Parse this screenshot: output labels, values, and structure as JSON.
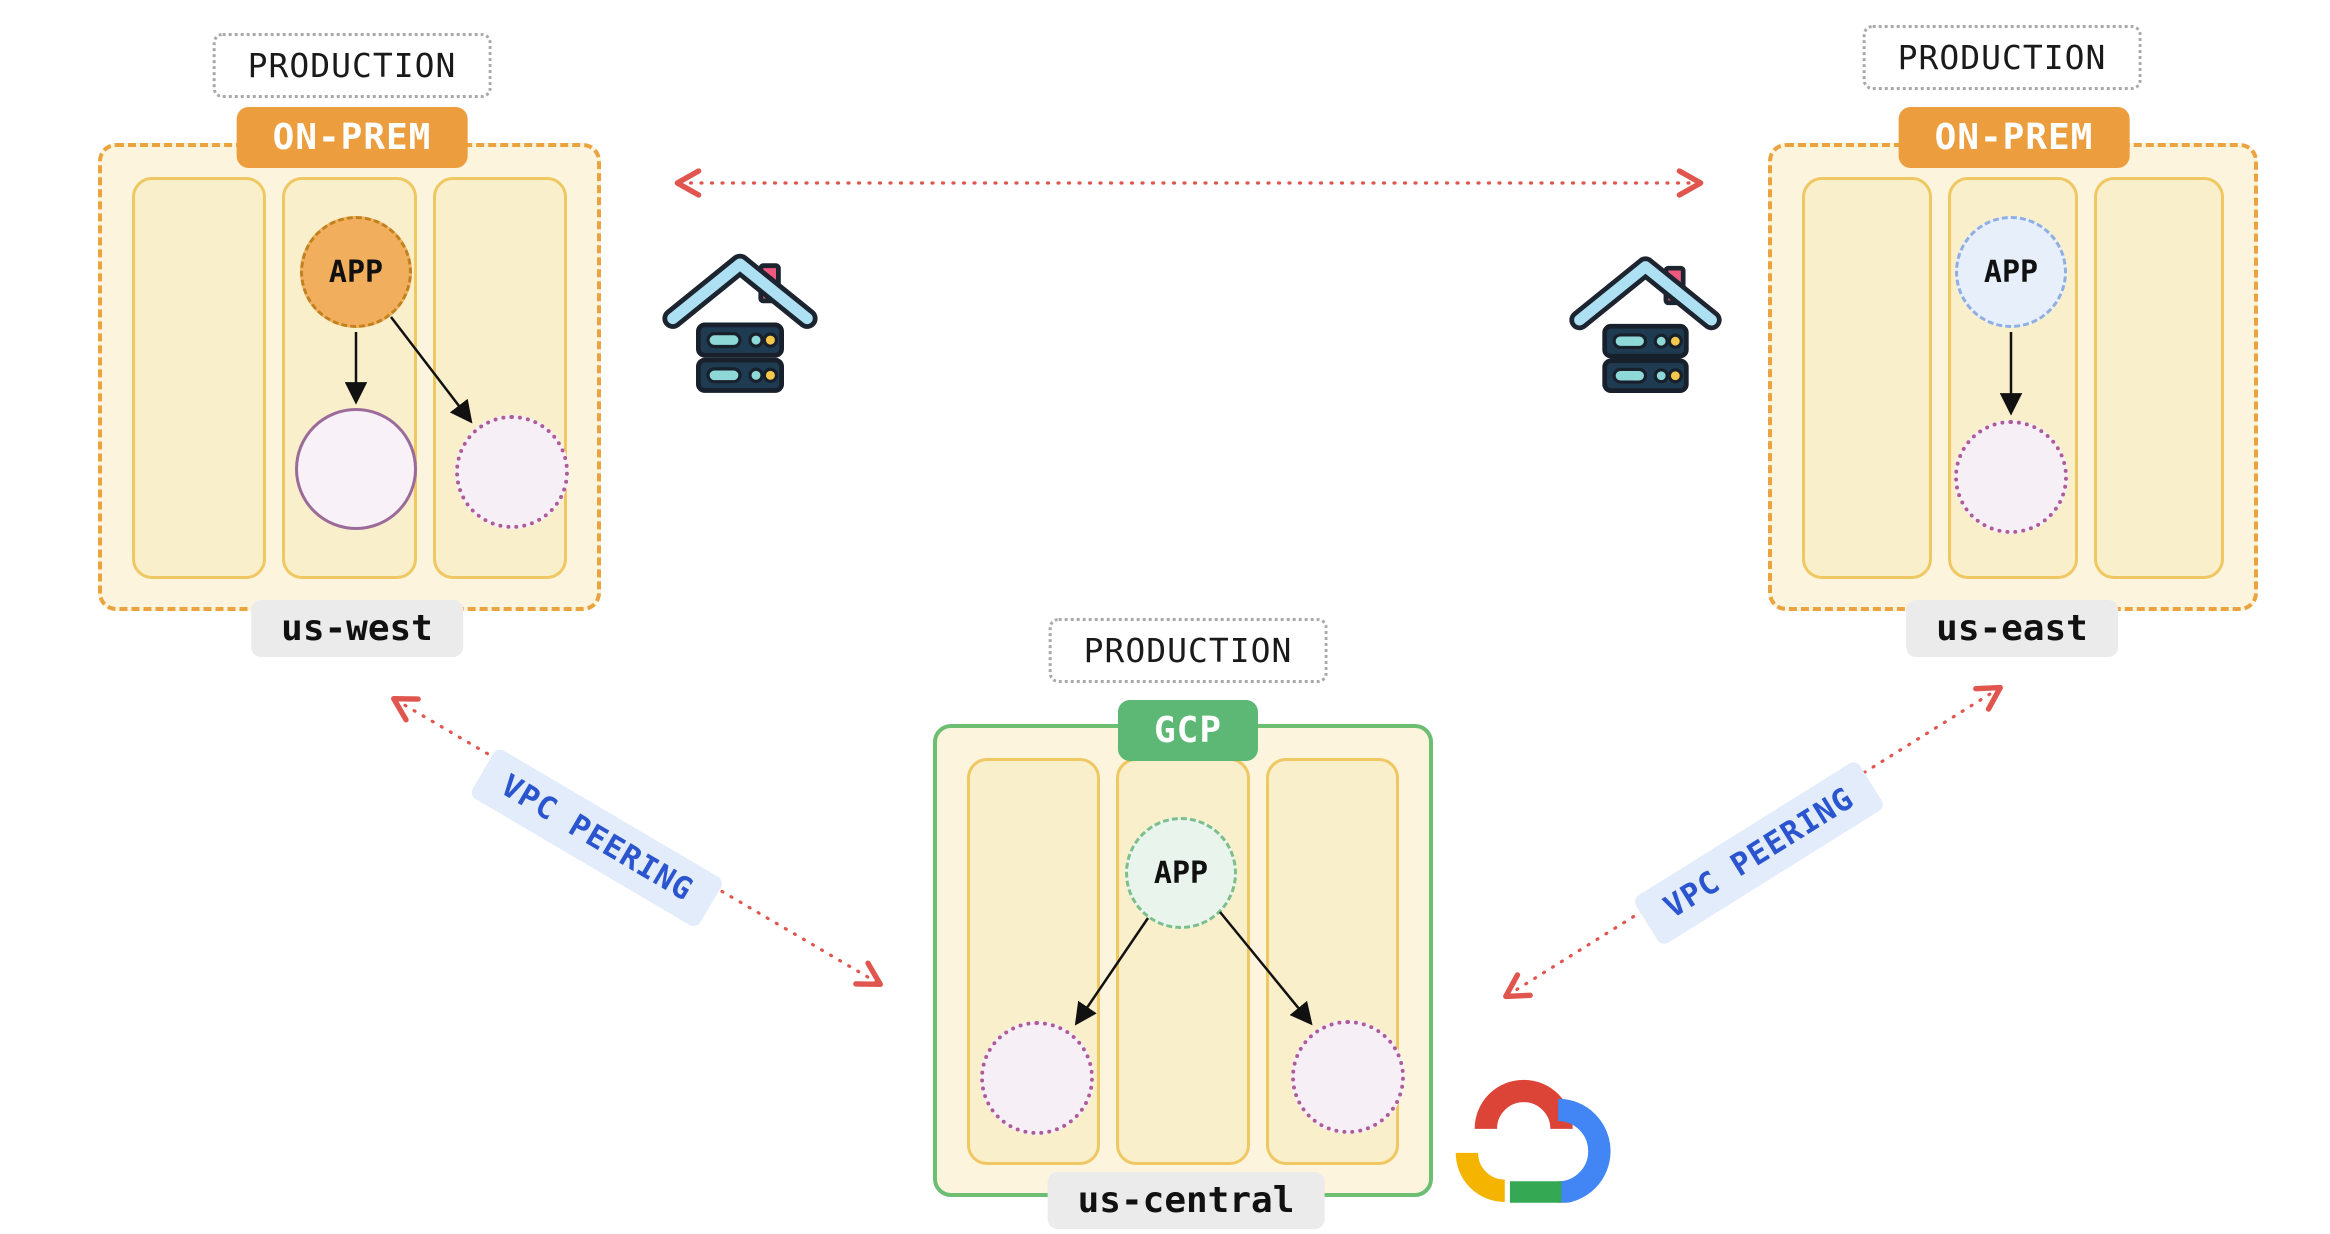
{
  "regions": {
    "us_west": {
      "environment_label": "PRODUCTION",
      "platform_label": "ON-PREM",
      "app_label": "APP",
      "region_label": "us-west",
      "accent_color": "#ec9d3d"
    },
    "us_east": {
      "environment_label": "PRODUCTION",
      "platform_label": "ON-PREM",
      "app_label": "APP",
      "region_label": "us-east",
      "accent_color": "#ec9d3d"
    },
    "us_central": {
      "environment_label": "PRODUCTION",
      "platform_label": "GCP",
      "app_label": "APP",
      "region_label": "us-central",
      "accent_color": "#5cb874"
    }
  },
  "connections": {
    "west_central_peering": {
      "label": "VPC PEERING",
      "style": "red-dotted-double-arrow"
    },
    "central_east_peering": {
      "label": "VPC PEERING",
      "style": "red-dotted-double-arrow"
    },
    "west_east_link": {
      "style": "red-dotted-double-arrow"
    }
  },
  "icons": {
    "onprem_west": "house-server-icon",
    "onprem_east": "house-server-icon",
    "gcp_logo": "google-cloud-icon"
  },
  "colors": {
    "onprem_badge": "#ec9d3d",
    "gcp_badge": "#5cb874",
    "container_fill": "#fcf4dc",
    "lane_fill": "#faefcb",
    "lane_border": "#efc863",
    "onprem_border": "#eaa33f",
    "gcp_border": "#6cbe72",
    "red_arrow": "#e0564e",
    "peering_text": "#2b55ce",
    "peering_bg": "#e3ecfa",
    "purple_dotted": "#ae5b9b",
    "purple_solid": "#9b6c9b",
    "label_pill_bg": "#ebebeb",
    "app_orange": "#f1ae5c",
    "app_blue": "#e7effb",
    "app_green": "#e9f5ec"
  }
}
